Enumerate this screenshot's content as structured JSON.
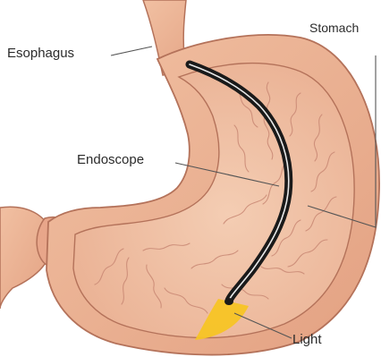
{
  "labels": {
    "esophagus": "Esophagus",
    "stomach": "Stomach",
    "endoscope": "Endoscope",
    "light": "Light"
  },
  "colors": {
    "wall_outer": "#eab08d",
    "wall_outline": "#b4725a",
    "lining": "#f2c4a6",
    "lining_folds": "#c98874",
    "scope": "#1a1a1a",
    "scope_highlight": "#ffffff",
    "light": "#f7c425",
    "leader_line": "#555555"
  }
}
